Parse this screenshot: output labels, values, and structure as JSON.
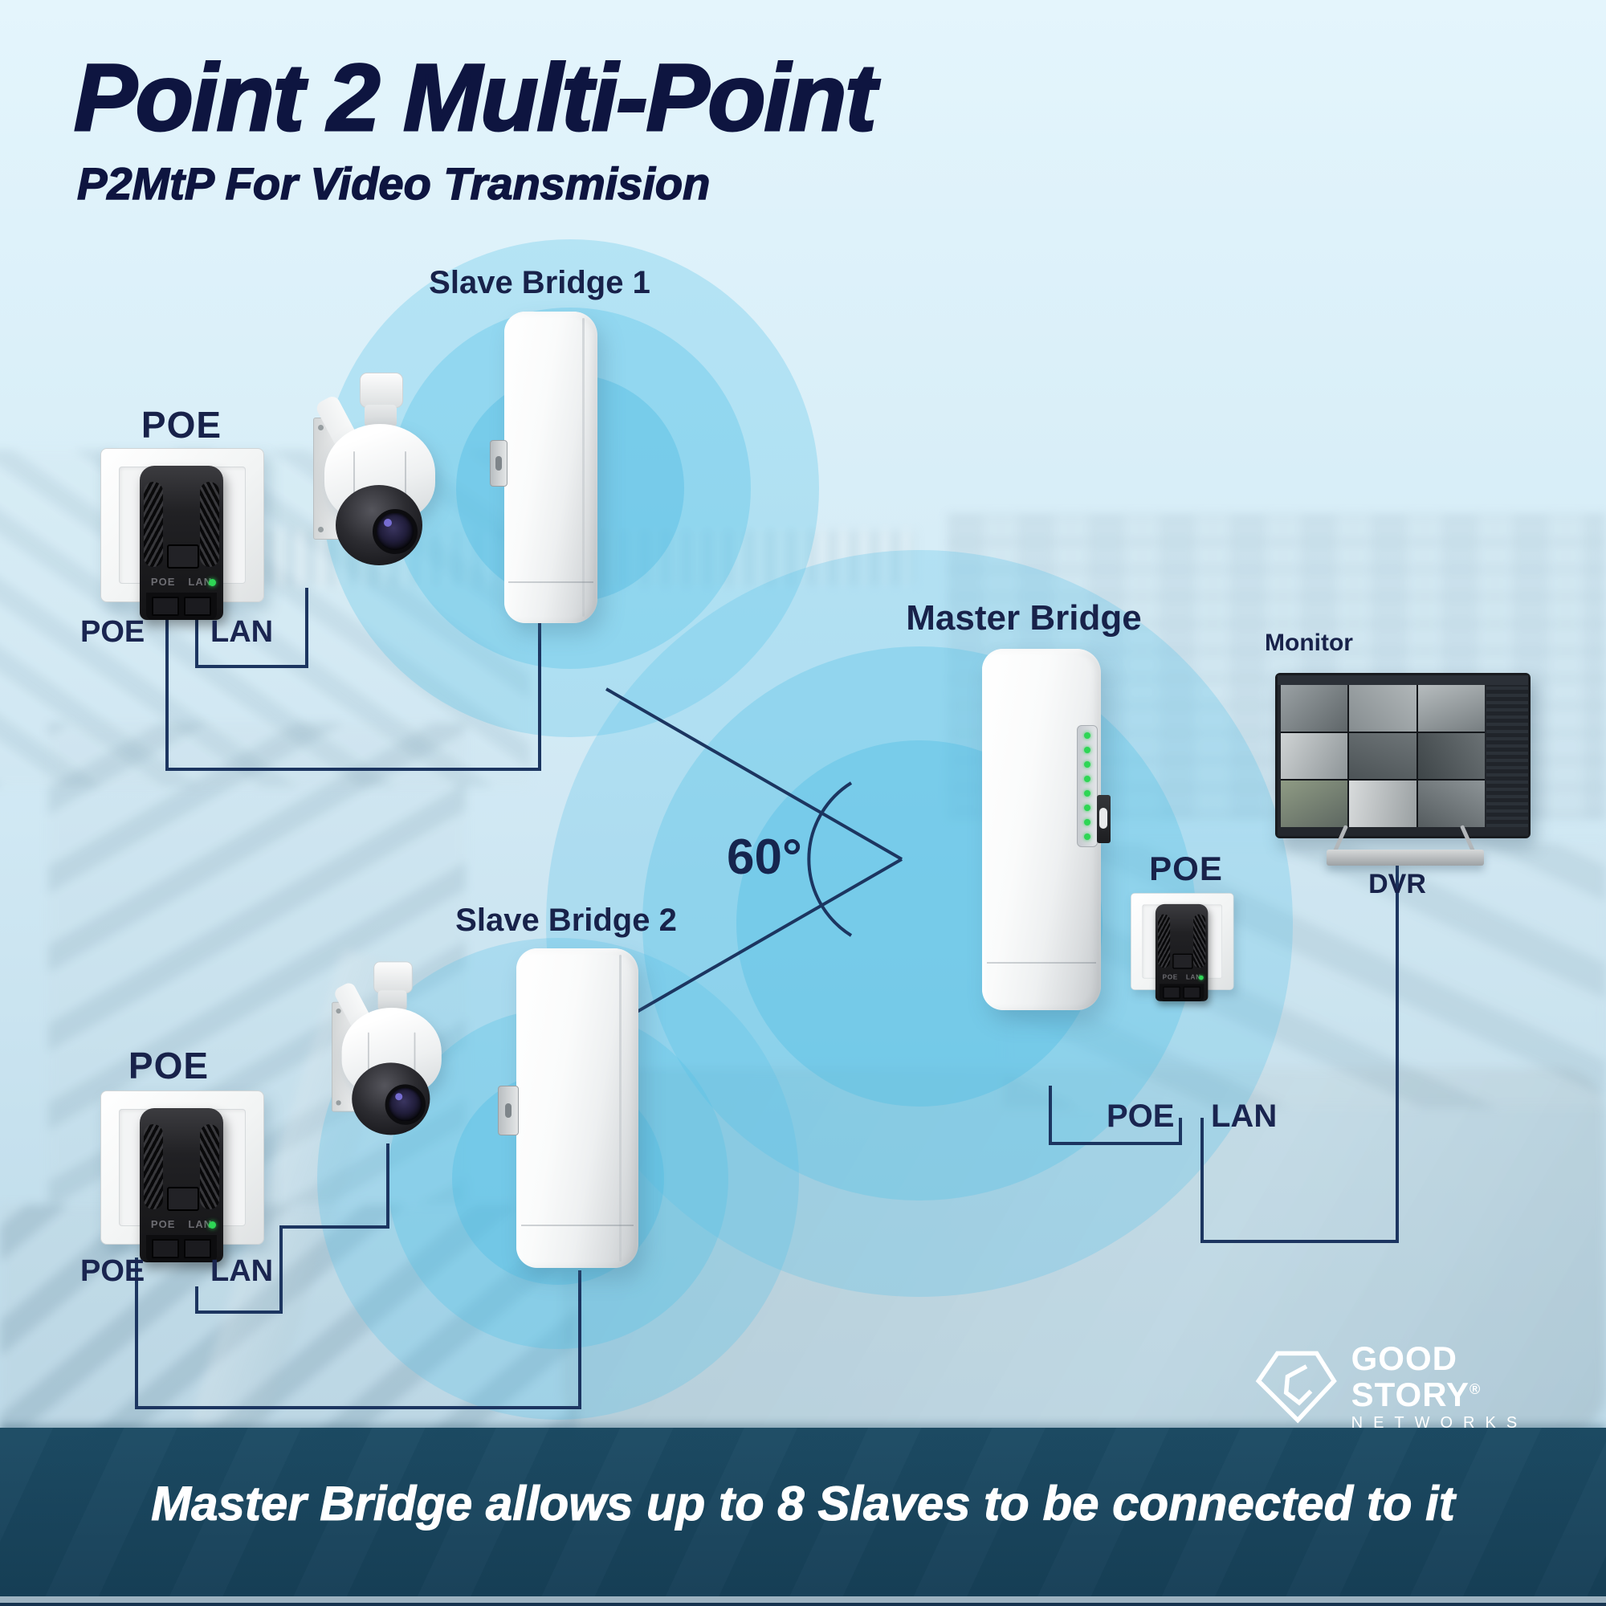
{
  "title": {
    "main": "Point 2 Multi-Point",
    "subtitle": "P2MtP For Video Transmision"
  },
  "labels": {
    "slave1": "Slave Bridge 1",
    "slave2": "Slave Bridge 2",
    "master": "Master Bridge",
    "monitor": "Monitor",
    "dvr": "DVR",
    "angle": "60°"
  },
  "poe_groups": [
    {
      "heading": "POE",
      "poe": "POE",
      "lan": "LAN"
    },
    {
      "heading": "POE",
      "poe": "POE",
      "lan": "LAN"
    },
    {
      "heading": "POE",
      "poe": "POE",
      "lan": "LAN"
    }
  ],
  "injector_face": {
    "poe": "POE",
    "lan": "LAN"
  },
  "banner": {
    "text": "Master Bridge allows up to 8 Slaves to be connected to it"
  },
  "logo": {
    "name": "GOOD STORY",
    "reg": "®",
    "sub": "NETWORKS"
  },
  "icons": {
    "signal_rings": "wireless-signal-rings",
    "angle_arc": "angle-arc",
    "power_led": "green-power-led"
  },
  "colors": {
    "heading_navy": "#0e1540",
    "label_navy": "#18224a",
    "line_navy": "#1c3560",
    "ring_blue": "#57bfe4",
    "banner_bg": "#14465f",
    "led_green": "#2ed655"
  }
}
